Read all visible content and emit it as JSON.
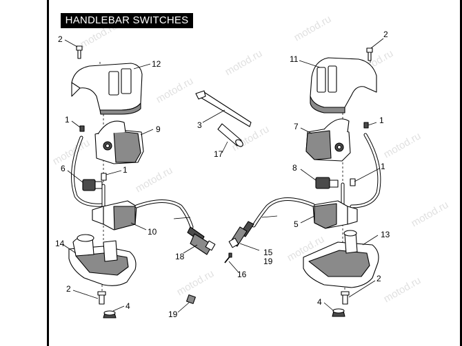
{
  "title": "HANDLEBAR SWITCHES",
  "watermark": "motod.ru",
  "callouts": {
    "c1": "2",
    "c2": "12",
    "c3": "1",
    "c4": "9",
    "c5": "1",
    "c6": "6",
    "c7": "10",
    "c8": "14",
    "c9": "2",
    "c10": "4",
    "c11": "3",
    "c12": "17",
    "c13": "18",
    "c14": "16",
    "c15": "19",
    "c16": "15",
    "c17": "19",
    "c18": "2",
    "c19": "11",
    "c20": "1",
    "c21": "7",
    "c22": "8",
    "c23": "1",
    "c24": "5",
    "c25": "13",
    "c26": "2",
    "c27": "4"
  }
}
